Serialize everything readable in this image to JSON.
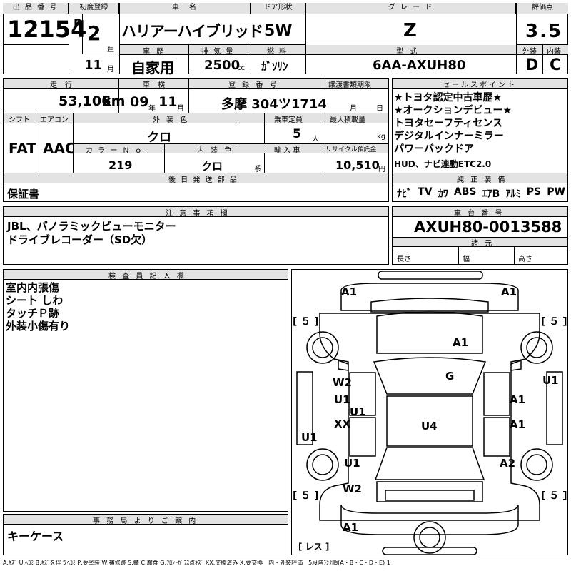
{
  "header": {
    "lot_label": "出 品 番 号",
    "lot_number": "12154",
    "reg_label": "初度登録",
    "era": "R",
    "year": "2",
    "year_unit": "年",
    "month": "11",
    "month_unit": "月",
    "car_name_label": "車　名",
    "car_name": "ハリアーハイブリッド",
    "door_label": "ドア形状",
    "door": "5W",
    "grade_label": "グ レ ー ド",
    "grade": "Z",
    "score_label": "評価点",
    "score": "3.5",
    "history_label": "車 歴",
    "history": "自家用",
    "displacement_label": "排 気 量",
    "displacement": "2500",
    "displacement_unit": "cc",
    "fuel_label": "燃 料",
    "fuel": "ｶﾞｿﾘﾝ",
    "model_label": "型 式",
    "model": "6AA-AXUH80",
    "ext_label": "外装",
    "ext_grade": "D",
    "int_label": "内装",
    "int_grade": "C"
  },
  "info": {
    "mileage_label": "走 行",
    "mileage": "53,106",
    "mileage_unit": "km",
    "inspection_label": "車 検",
    "inspection_year": "09",
    "inspection_year_unit": "年",
    "inspection_month": "11",
    "inspection_month_unit": "月",
    "plate_label": "登 録 番 号",
    "plate": "多摩 304ツ1714",
    "transfer_label": "譲渡書類期限",
    "transfer_month_unit": "月",
    "transfer_day_unit": "日",
    "shift_label": "シフト",
    "shift": "FAT",
    "ac_label": "エアコン",
    "ac": "AAC",
    "ext_color_label": "外 装 色",
    "ext_color": "クロ",
    "capacity_label": "乗車定員",
    "capacity": "5",
    "capacity_unit": "人",
    "load_label": "最大積載量",
    "load_unit": "kg",
    "color_no_label": "カ ラ ー Ｎ ｏ .",
    "color_no": "219",
    "int_color_label": "内 装 色",
    "int_color": "クロ",
    "int_color_unit": "系",
    "import_label": "輸 入 車",
    "recycle_label": "リサイクル預託金",
    "recycle": "10,510",
    "recycle_unit": "円",
    "later_label": "後 日 発 送 部 品",
    "later": "保証書"
  },
  "sales": {
    "label": "セールスポイント",
    "lines": "★トヨタ認定中古車歴★\n★オークションデビュー★\nトヨタセーフティセンス\nデジタルインナーミラー\nパワーバックドア",
    "last_line": "HUD、ナビ連動ETC2.0",
    "equip_label": "純 正 装 備",
    "equipment": [
      "ﾅﾋﾞ",
      "TV",
      "ｶﾜ",
      "ABS",
      "ｴｱB",
      "ｱﾙﾐ",
      "PS",
      "PW"
    ]
  },
  "notes": {
    "label": "注 意 事 項 欄",
    "lines": "JBL、パノラミックビューモニター\nドライブレコーダー（SD欠）"
  },
  "chassis": {
    "label": "車 台 番 号",
    "value": "AXUH80-0013588",
    "spec_label": "諸 元",
    "length_label": "長さ",
    "width_label": "幅",
    "height_label": "高さ"
  },
  "inspector": {
    "label": "検 査 員 記 入 欄",
    "lines": "室内内張傷\nシート しわ\nタッチＰ跡\n外装小傷有り"
  },
  "office": {
    "label": "事 務 局 よ り ご 案 内",
    "text": "キーケース"
  },
  "diagram": {
    "marks": [
      {
        "id": "front-left-bumper",
        "text": "A1"
      },
      {
        "id": "front-right-bumper",
        "text": "A1"
      },
      {
        "id": "bonnet",
        "text": "A1"
      },
      {
        "id": "roof",
        "text": "G"
      },
      {
        "id": "left-front-door-upper",
        "text": "W2"
      },
      {
        "id": "left-front-door",
        "text": "U1"
      },
      {
        "id": "left-front-door-2",
        "text": "U1"
      },
      {
        "id": "left-rear-door",
        "text": "XX"
      },
      {
        "id": "roof-rear",
        "text": "U4"
      },
      {
        "id": "left-front-fender",
        "text": "U1"
      },
      {
        "id": "right-front-fender",
        "text": "U1"
      },
      {
        "id": "right-front-door",
        "text": "A1"
      },
      {
        "id": "right-rear-door",
        "text": "A1"
      },
      {
        "id": "left-rear-fender",
        "text": "U1"
      },
      {
        "id": "right-rear-fender",
        "text": "A2"
      },
      {
        "id": "left-rear-quarter",
        "text": "W2"
      },
      {
        "id": "rear-bumper",
        "text": "A1"
      }
    ],
    "tires": {
      "front_left": "５",
      "front_right": "５",
      "rear_left": "５",
      "rear_right": "５",
      "spare": "レス"
    }
  },
  "footer": "A:ｷｽﾞ U:ﾍｺﾐ B:ｷｽﾞを伴うﾍｺﾐ P:要塗装 W:補修跡 S:錆 C:腐食 G:ﾌﾛﾝﾄｶﾞﾗｽ点ｷｽﾞ XX:交換済み X:要交換　内・外装評価　5段階ﾗﾝｸ順(A・B・C・D・E) 1"
}
